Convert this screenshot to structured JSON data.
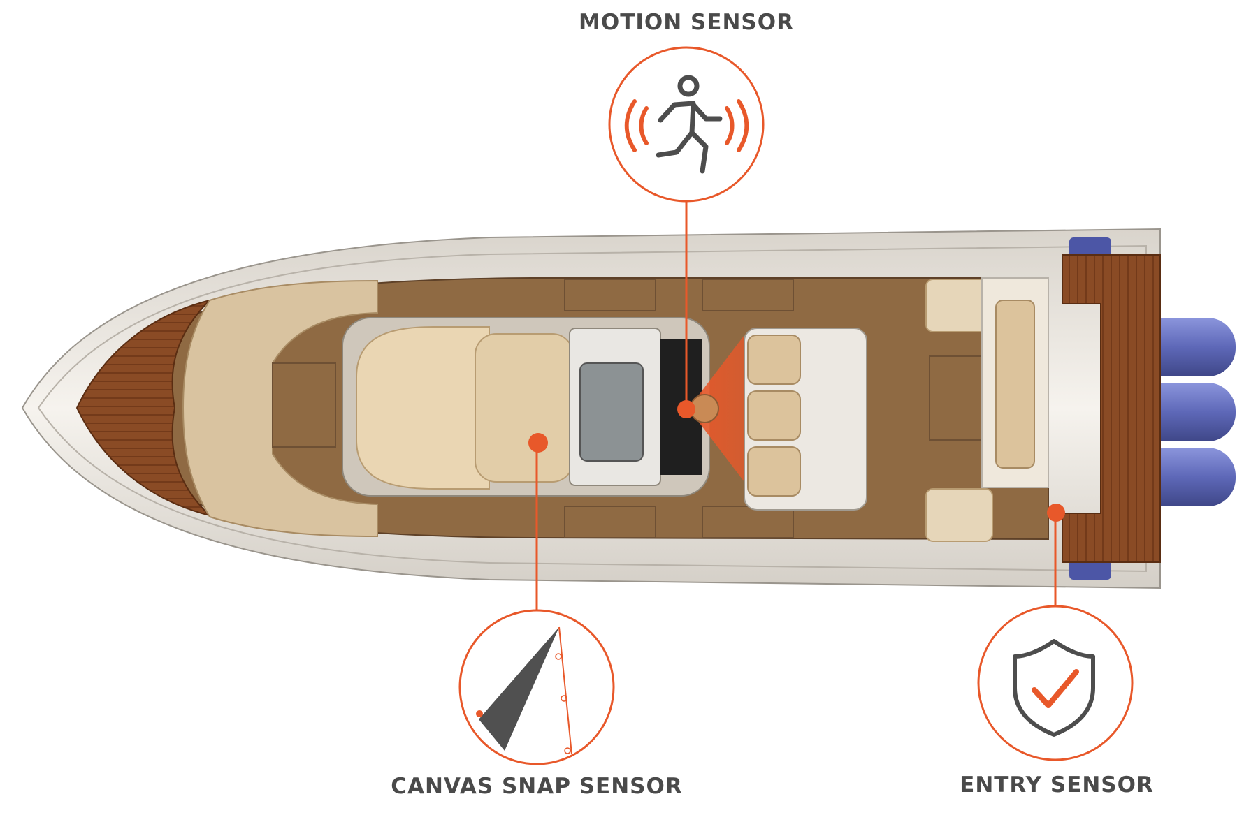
{
  "labels": {
    "motion": "MOTION SENSOR",
    "canvas": "CANVAS SNAP SENSOR",
    "entry": "ENTRY SENSOR"
  },
  "colors": {
    "accent": "#e8582a",
    "label": "#4a4a4a",
    "icon_gray": "#4d4d4d",
    "hull": "#f1ede6",
    "deck": "#8f6a43",
    "teak": "#8a4b25",
    "engine": "#5f6ab8"
  },
  "icons": {
    "motion": "running-person-icon",
    "canvas": "canvas-snap-icon",
    "entry": "shield-check-icon"
  }
}
